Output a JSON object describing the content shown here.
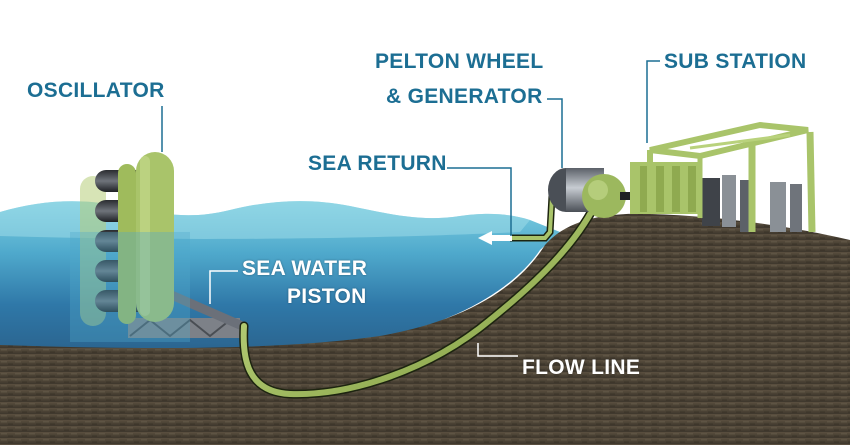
{
  "diagram": {
    "title": "Wave energy converter system",
    "labels": {
      "oscillator": "OSCILLATOR",
      "pelton_line1": "PELTON WHEEL",
      "pelton_line2": "& GENERATOR",
      "sub_station": "SUB STATION",
      "sea_return": "SEA RETURN",
      "piston_line1": "SEA WATER",
      "piston_line2": "PISTON",
      "flow_line": "FLOW LINE"
    },
    "colors": {
      "label_blue": "#1c6e93",
      "label_white": "#ffffff",
      "machinery_green": "#a9c46a",
      "sea_light": "#6cc3d8",
      "sea_deep": "#2a6fa0",
      "ground": "#4b4234",
      "steel_grey": "#8a9096"
    }
  }
}
